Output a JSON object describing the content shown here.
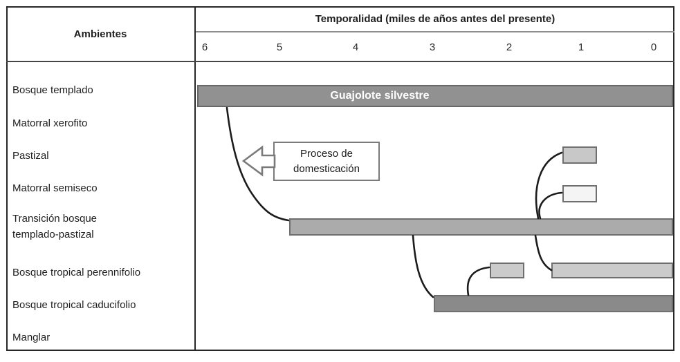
{
  "table": {
    "row_header": "Ambientes",
    "axis_title": "Temporalidad (miles de años antes del presente)"
  },
  "time_axis": {
    "ticks": [
      "6",
      "5",
      "4",
      "3",
      "2",
      "1",
      "0"
    ]
  },
  "environments": [
    "Bosque templado",
    "Matorral xerofito",
    "Pastizal",
    "Matorral semiseco",
    "Transición bosque templado-pastizal",
    "Bosque tropical perennifolio",
    "Bosque tropical caducifolio",
    "Manglar"
  ],
  "annotations": {
    "wild_turkey_bar_label": "Guajolote silvestre",
    "domestication_callout_lines": [
      "Proceso de",
      "domesticación"
    ]
  },
  "chart_data": {
    "type": "gantt",
    "title": "Temporalidad (miles de años antes del presente)",
    "xlabel": "miles de años antes del presente",
    "x_axis": {
      "min": 6,
      "max": 0,
      "direction": "right-to-left (past to present)",
      "ticks": [
        6,
        5,
        4,
        3,
        2,
        1,
        0
      ]
    },
    "grid": "off",
    "legend": "off",
    "bars": [
      {
        "environment": "Bosque templado",
        "label": "Guajolote silvestre",
        "start_kyr_bp": 6.1,
        "end_kyr_bp": 0,
        "fill": "#919191"
      },
      {
        "environment": "Pastizal",
        "label": "",
        "start_kyr_bp": 1.3,
        "end_kyr_bp": 0.9,
        "fill": "#c8c8c8"
      },
      {
        "environment": "Matorral semiseco",
        "label": "",
        "start_kyr_bp": 1.3,
        "end_kyr_bp": 0.9,
        "fill": "#f4f4f4"
      },
      {
        "environment": "Transición bosque templado-pastizal",
        "label": "",
        "start_kyr_bp": 4.9,
        "end_kyr_bp": 0,
        "fill": "#ababab"
      },
      {
        "environment": "Bosque tropical perennifolio",
        "label": "",
        "start_kyr_bp": 2.3,
        "end_kyr_bp": 1.8,
        "fill": "#cbcbcb"
      },
      {
        "environment": "Bosque tropical perennifolio",
        "label": "",
        "start_kyr_bp": 1.5,
        "end_kyr_bp": 0,
        "fill": "#cbcbcb"
      },
      {
        "environment": "Bosque tropical caducifolio",
        "label": "",
        "start_kyr_bp": 3.0,
        "end_kyr_bp": 0,
        "fill": "#8a8a8a"
      }
    ],
    "rows_without_bars": [
      "Matorral xerofito",
      "Manglar"
    ],
    "connections": [
      {
        "from": "Bosque templado (Guajolote silvestre, ~5.7 kyr BP)",
        "to": "Transición bosque templado-pastizal (~4.9 kyr BP)",
        "note": "Proceso de domesticación"
      },
      {
        "from": "Transición bosque templado-pastizal (~1.7 kyr BP)",
        "to": "Pastizal (~1.3 kyr BP)"
      },
      {
        "from": "Transición bosque templado-pastizal (~1.7 kyr BP)",
        "to": "Matorral semiseco (~1.3 kyr BP)"
      },
      {
        "from": "Transición bosque templado-pastizal (~1.8 kyr BP)",
        "to": "Bosque tropical perennifolio (~1.5 kyr BP)"
      },
      {
        "from": "Transición bosque templado-pastizal (~3.3 kyr BP)",
        "to": "Bosque tropical caducifolio (~3.0 kyr BP)"
      },
      {
        "from": "Bosque tropical caducifolio (~2.6 kyr BP)",
        "to": "Bosque tropical perennifolio (~2.3 kyr BP)"
      }
    ],
    "annotation_callout": "Proceso de domesticación"
  },
  "colors": {
    "frame_border": "#262626",
    "axis_underline": "#8e8e8e",
    "wild_turkey_bar_fill": "#919191",
    "wild_turkey_bar_border": "#686868",
    "transition_bar_fill": "#ababab",
    "perennifolio_fill": "#cbcbcb",
    "caducifolio_fill": "#8a8a8a",
    "pastizal_box_fill": "#c8c8c8",
    "semiseco_box_fill": "#f4f4f4",
    "bar_border": "#6f6f6f",
    "connector_stroke": "#1c1c1c",
    "callout_border": "#7a7a7a",
    "bar_label_text": "#ffffff"
  }
}
